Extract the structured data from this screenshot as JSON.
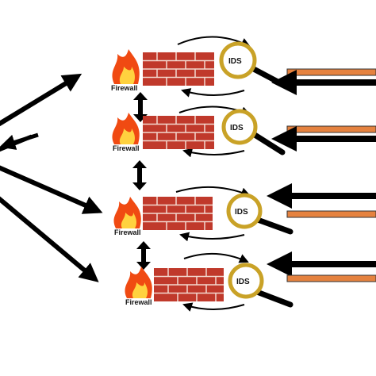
{
  "diagram": {
    "colors": {
      "arrow": "#000000",
      "brick": "#c0392b",
      "mortar": "#f3d9cf",
      "flame_outer": "#f04a12",
      "flame_inner": "#ffd23f",
      "lens_ring": "#c9a227",
      "orange_line": "#e5823f"
    },
    "units": [
      {
        "firewall_label": "Firewall",
        "ids_label": "IDS"
      },
      {
        "firewall_label": "Firewall",
        "ids_label": "IDS"
      },
      {
        "firewall_label": "Firewall",
        "ids_label": "IDS"
      },
      {
        "firewall_label": "Firewall",
        "ids_label": "IDS"
      }
    ]
  }
}
